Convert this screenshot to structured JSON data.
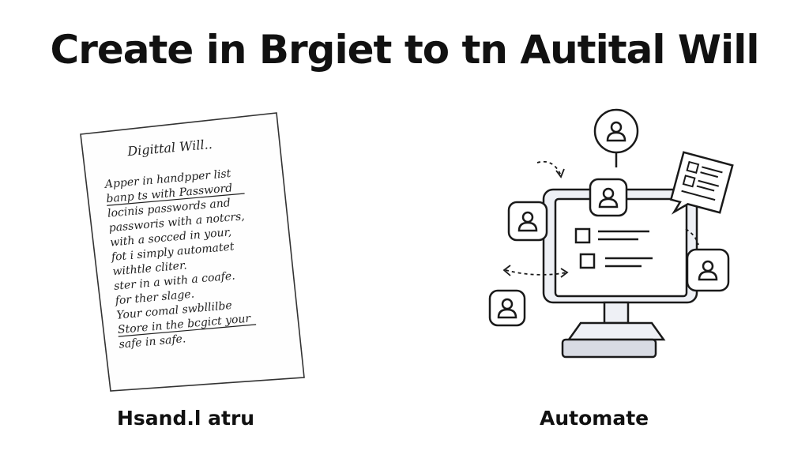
{
  "title": "Create in Brgiet to tn Autital Will",
  "paper": {
    "heading": "Digittal Will..",
    "lines": [
      "Apper in handpper list",
      "banp ts with Password",
      "locinis passwords and",
      "passworis with a notcrs,",
      "with a socced in your,",
      "fot i simply automatet",
      "withtle cliter.",
      "ster in a with a coafe.",
      "for ther slage.",
      "Your comal swbllilbe",
      "Store in the bcgict your",
      "safe in safe."
    ]
  },
  "captions": {
    "left": "Hsand.l atru",
    "right": "Automate"
  },
  "icons": {
    "user": "user-icon",
    "document": "document-icon",
    "checklist": "checklist-icon",
    "monitor": "monitor-icon",
    "arrow": "dashed-arrow-icon"
  },
  "colors": {
    "ink": "#222222",
    "panel": "#f1f3f8",
    "stroke": "#1a1a1a"
  }
}
